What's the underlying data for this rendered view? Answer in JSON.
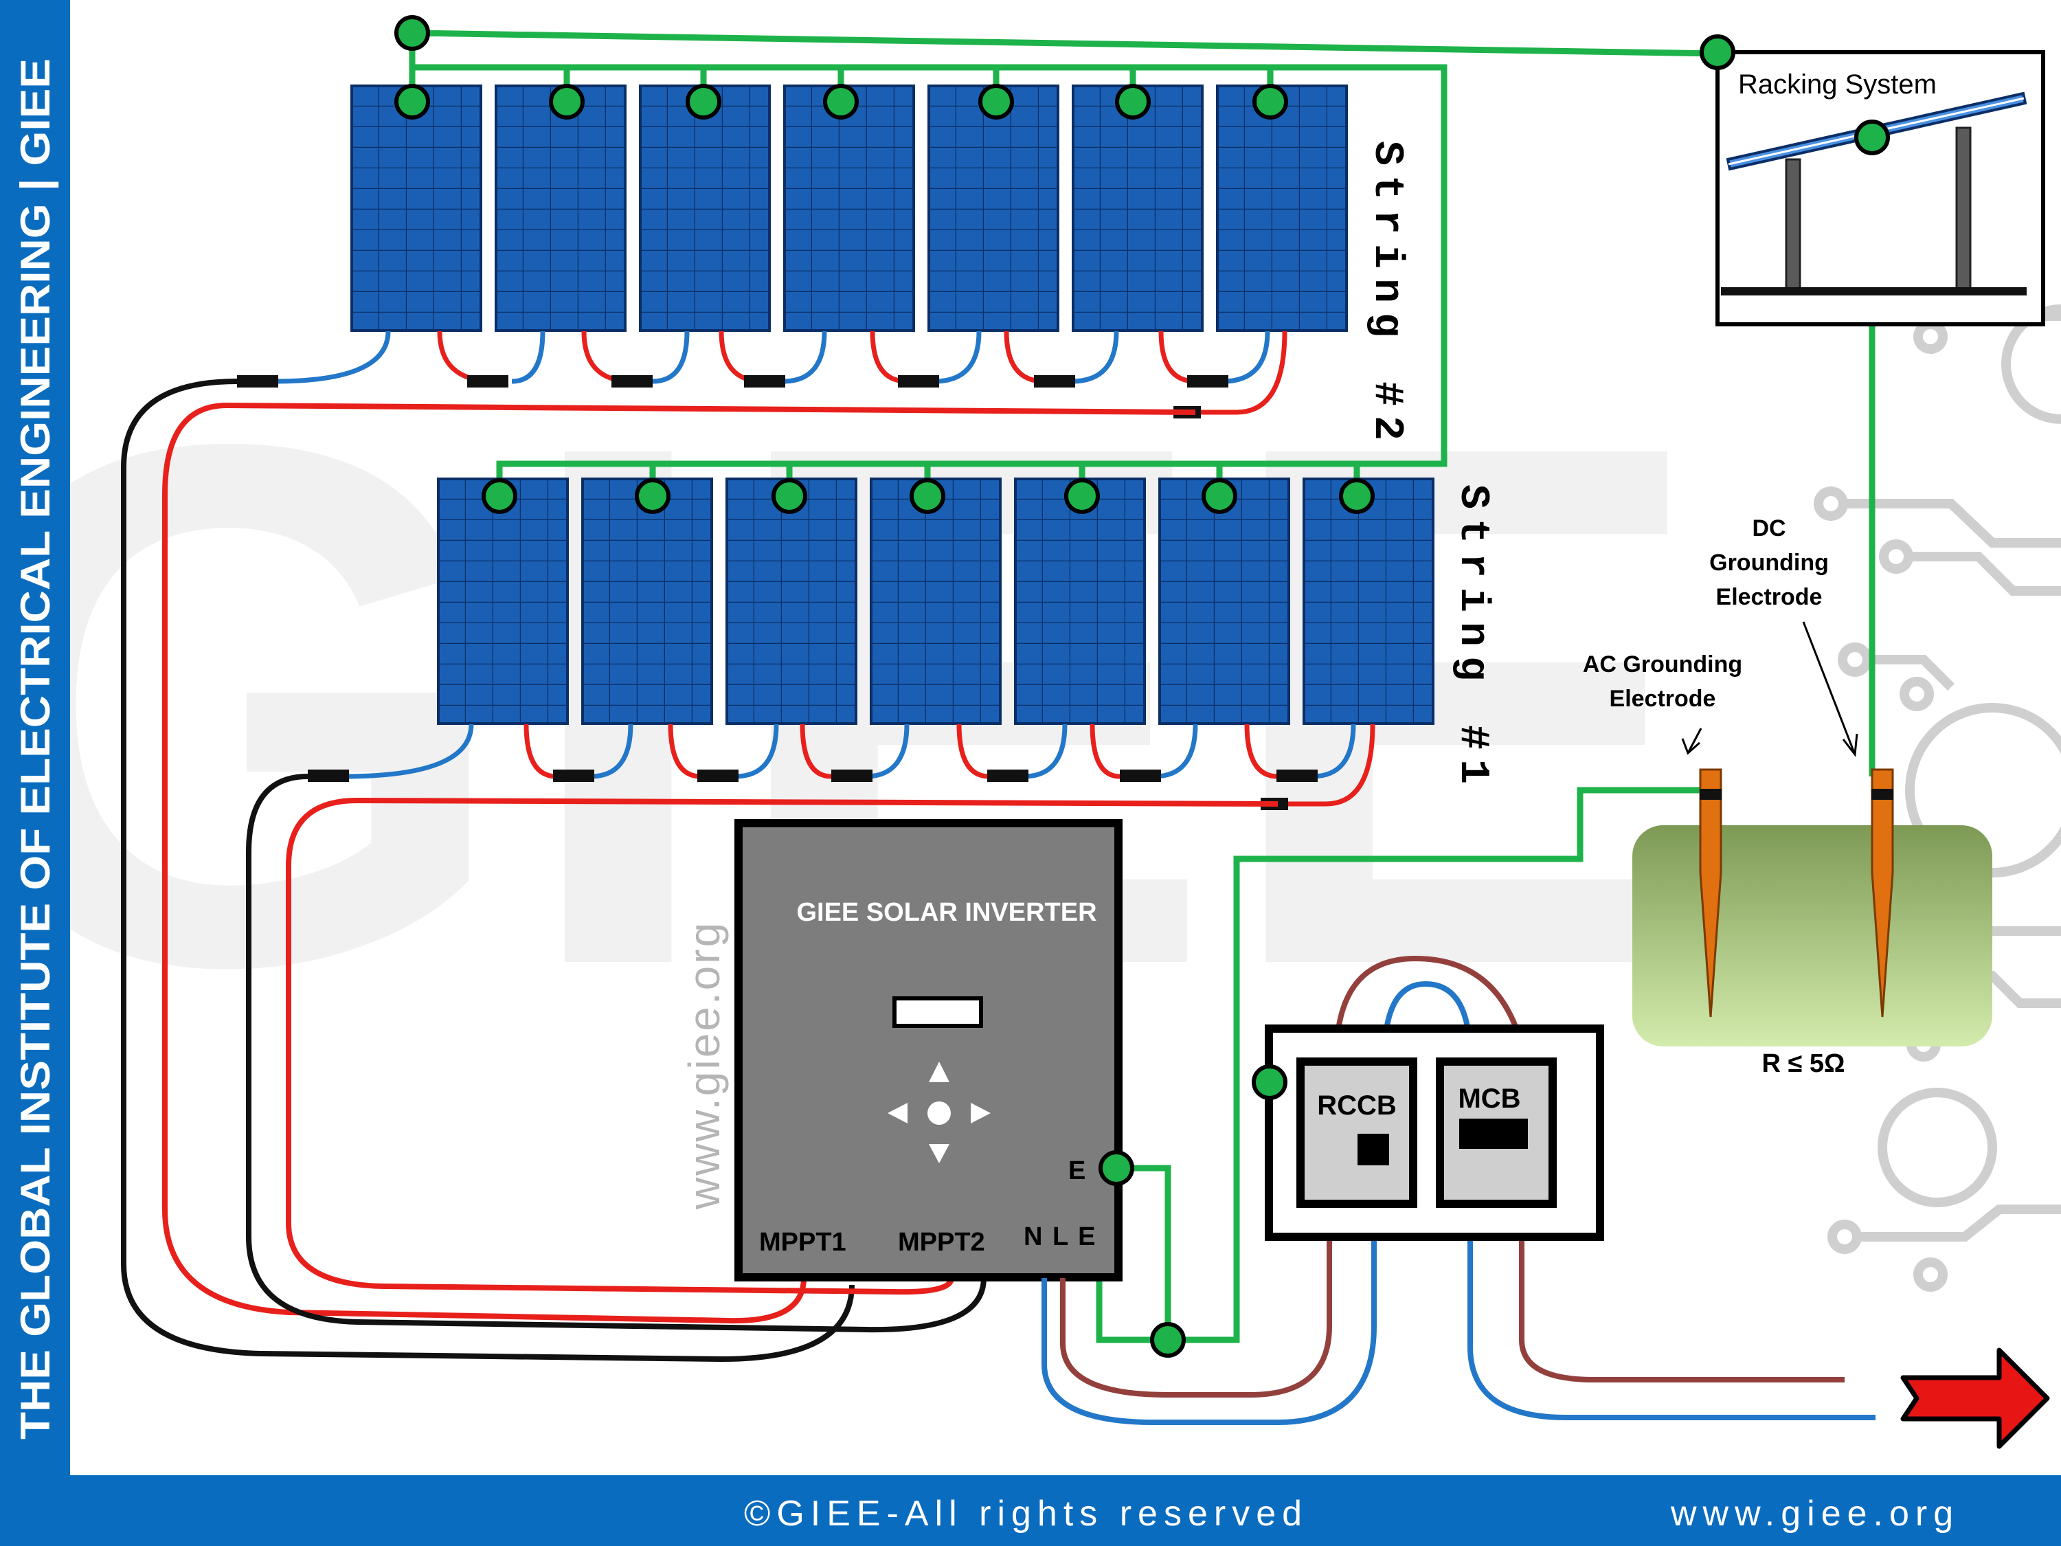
{
  "sidebar": {
    "text": "THE GLOBAL INSTITUTE OF ELECTRICAL ENGINEERING | GIEE"
  },
  "strings": {
    "string2_label": "String #2",
    "string1_label": "String #1"
  },
  "racking": {
    "label": "Racking System"
  },
  "electrodes": {
    "dc_label_line1": "DC",
    "dc_label_line2": "Grounding",
    "dc_label_line3": "Electrode",
    "ac_label_line1": "AC Grounding",
    "ac_label_line2": "Electrode",
    "resistance": "R ≤ 5Ω"
  },
  "inverter": {
    "title": "GIEE SOLAR INVERTER",
    "mppt1": "MPPT1",
    "mppt2": "MPPT2",
    "ac_terminals": "N L E",
    "earth_terminal": "E"
  },
  "breakers": {
    "rccb": "RCCB",
    "mcb": "MCB"
  },
  "watermark": {
    "vertical_url": "www.giee.org",
    "logo_letters": "GIEE"
  },
  "footer": {
    "copyright": "©GIEE-All rights reserved",
    "url": "www.giee.org"
  },
  "colors": {
    "brand_blue": "#0a6cbf",
    "ground_green": "#1db34a",
    "positive_red": "#e8201c",
    "negative_black": "#111111",
    "dc_blue": "#2277c8",
    "ac_brown": "#93403d",
    "panel_blue": "#1a5fb4",
    "inverter_gray": "#7d7d7d",
    "electrode_orange": "#e07010",
    "arrow_red": "#e81515"
  }
}
